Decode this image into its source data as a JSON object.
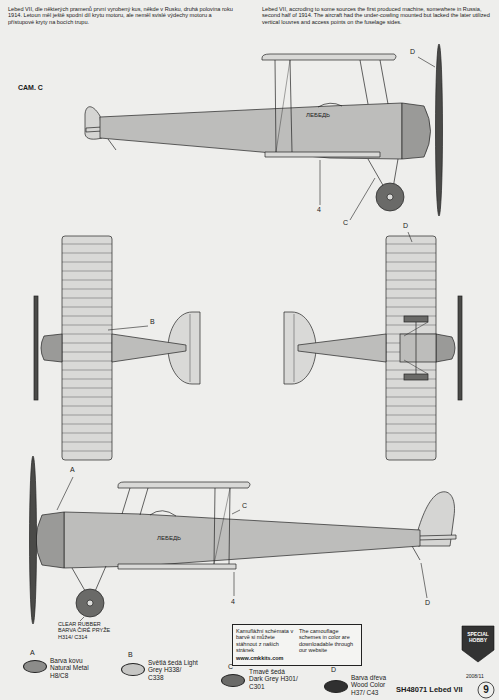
{
  "diagram": {
    "nodes": [
      {
        "text": [
          "Kamuflážní schémata v barvě si můžete stáhnout z našich stránek",
          "The camouflage schemes in color are downloadable through our website",
          "www.cmkkits.com"
        ]
      }
    ],
    "labels": [
      "Lebed VII, dle některých pramenů první vyrobený kus, někde v Rusku, druhá polovina roku 1914. Letoun měl ještě spodní díl krytu motoru, ale neměl svislé výdechy motoru a přístupové kryty na bocích trupu.",
      "Lebed VII, accroding to some sources the first produced machine, somewhere in Russia, second half of 1914. The aircraft had the under-cowling mounted but lacked the later utilized vertical louvres and access points on the fuselage sides.",
      "CAM. C",
      "ЛЕБЕДЬ",
      "D",
      "4",
      "C",
      "B",
      "D",
      "A",
      "C",
      "ЛЕБЕДЬ",
      "4",
      "D",
      "CLEAR RUBBER BARVA ČIRÉ PRYŽE H314/ C314",
      "A",
      "B",
      "C",
      "D",
      "2008/11",
      "9",
      "SH48071 Lebed VII",
      "SPECIAL HOBBY"
    ],
    "legend": [
      {
        "text": "Barva kovu Natural Metal H8/C8",
        "color": "#8c8c8a"
      },
      {
        "text": "Světlá šedá Light Grey H338/ C338",
        "color": "#c6c6c4"
      },
      {
        "text": "Tmavě šedá Dark Grey H301/ C301",
        "color": "#6a6a68"
      },
      {
        "text": "Barva dřeva Wood Color H37/ C43",
        "color": "#303030"
      }
    ]
  }
}
